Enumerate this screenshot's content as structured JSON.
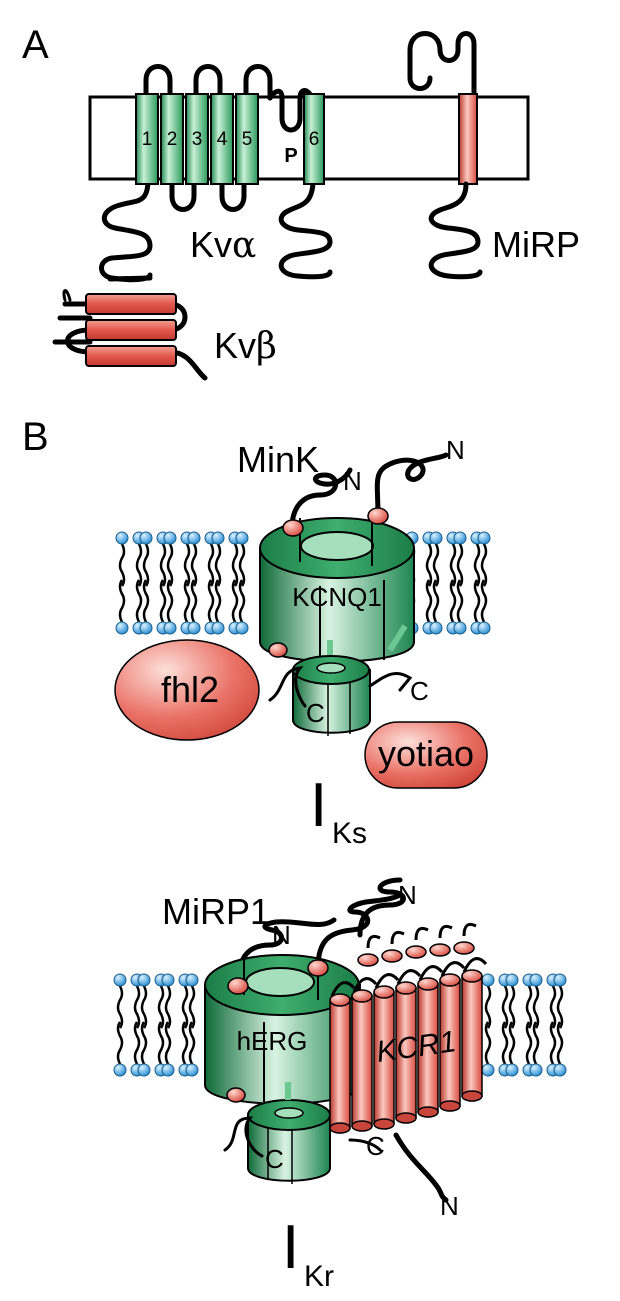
{
  "panel_a": {
    "label": "A",
    "segments": [
      "1",
      "2",
      "3",
      "4",
      "5",
      "6"
    ],
    "pore_label": "P",
    "kv_alpha": {
      "base": "Kv",
      "greek": "α"
    },
    "mirp_label": "MiRP",
    "kv_beta": {
      "base": "Kv",
      "greek": "β"
    }
  },
  "panel_b": {
    "label": "B",
    "iks": {
      "mink_label": "MinK",
      "n_left": "N",
      "n_right": "N",
      "channel_label": "KCNQ1",
      "c_inner": "C",
      "c_outer": "C",
      "fhl2_label": "fhl2",
      "yotiao_label": "yotiao",
      "current": {
        "base": "I",
        "sub": "Ks"
      }
    },
    "ikr": {
      "mirp1_label": "MiRP1",
      "n_left": "N",
      "n_top": "N",
      "channel_label": "hERG",
      "kcr1_label": "KCR1",
      "c_inner": "C",
      "c_kcr1": "C",
      "n_bottom": "N",
      "current": {
        "base": "I",
        "sub": "Kr"
      }
    }
  },
  "colors": {
    "green": "#2e9a5e",
    "green_dark": "#146b3c",
    "green_light": "#bfe8cd",
    "red": "#e2574c",
    "red_dark": "#b32b22",
    "red_light": "#f7b8ad",
    "lipid_head": "#3aa6e0"
  }
}
